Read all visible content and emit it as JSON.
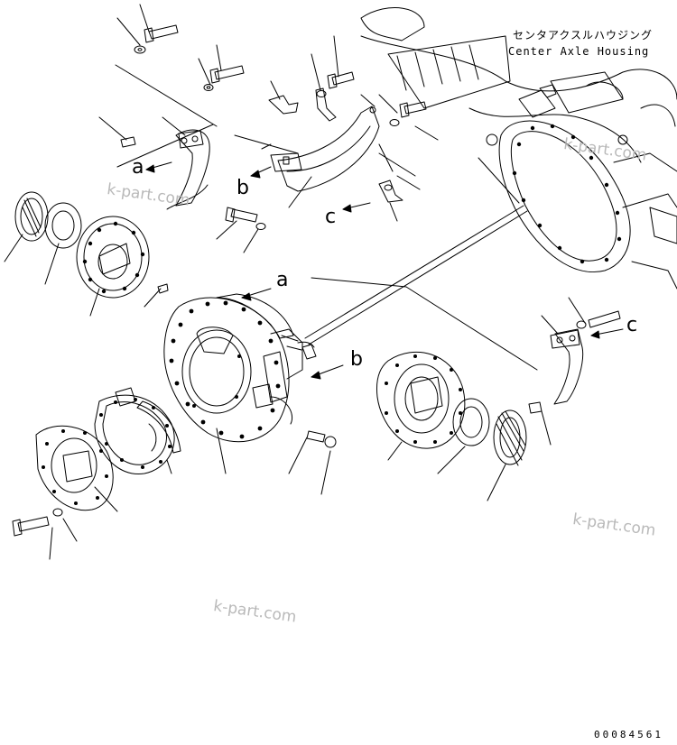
{
  "housing_label": {
    "japanese": "センタアクスルハウジング",
    "english": "Center Axle Housing"
  },
  "callouts": [
    "a",
    "b",
    "c",
    "a",
    "b",
    "c"
  ],
  "watermarks": [
    "k-part.com",
    "k-part.com",
    "k-part.com",
    "k-part.com"
  ],
  "drawing_code": "00084561",
  "colors": {
    "line": "#000000",
    "background": "#ffffff",
    "watermark": "#b9b9b9"
  }
}
